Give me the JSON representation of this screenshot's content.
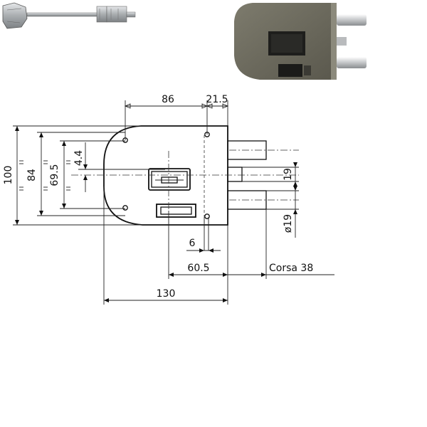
{
  "dimensions": {
    "top_width": "86",
    "top_offset": "21.5",
    "height_total": "100",
    "height_inner": "84",
    "height_bolts": "69.5",
    "offset_cylinder": "4.4",
    "bolt_spacing": "19",
    "bolt_diameter": "ø19",
    "pin_width": "6",
    "backset": "60.5",
    "stroke": "Corsa 38",
    "body_width": "130"
  },
  "colors": {
    "lock_body": "#6e6c5f",
    "lock_shadow": "#4a483f",
    "bolt_chrome": "#d8dadc",
    "key_metal": "#b9bcbe",
    "line": "#111111"
  }
}
